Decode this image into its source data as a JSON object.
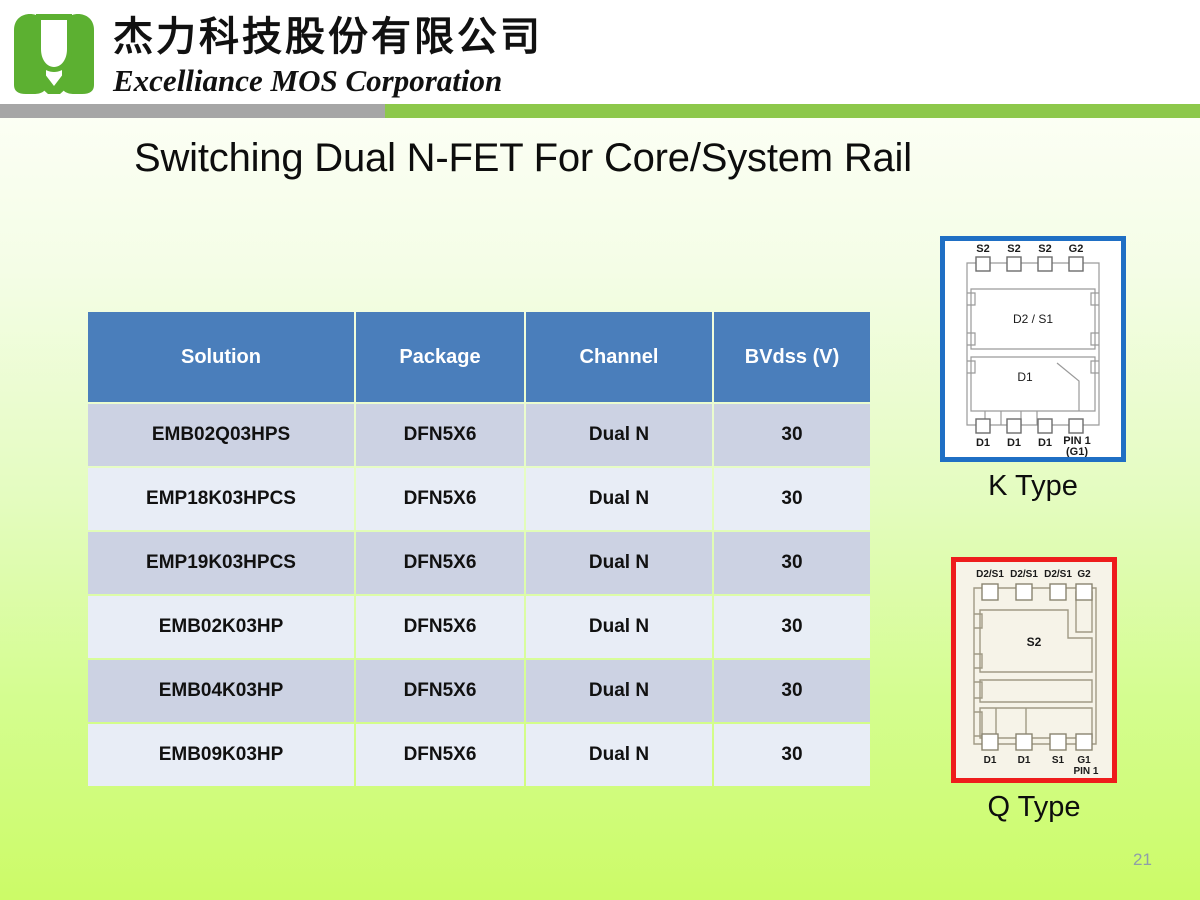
{
  "header": {
    "logo_icon": "excelliance-m-logo-icon",
    "company_name_cn": "杰力科技股份有限公司",
    "company_name_en": "Excelliance MOS Corporation",
    "divider_gray_color": "#a6a6a6",
    "divider_green_color": "#8dc84b"
  },
  "slide": {
    "title": "Switching Dual N-FET For Core/System Rail",
    "page_number": "21",
    "accent_color": "#4a7ebb"
  },
  "table": {
    "columns": [
      "Solution",
      "Package",
      "Channel",
      "BVdss (V)"
    ],
    "rows": [
      {
        "solution": "EMB02Q03HPS",
        "package": "DFN5X6",
        "channel": "Dual N",
        "bvdss": "30"
      },
      {
        "solution": "EMP18K03HPCS",
        "package": "DFN5X6",
        "channel": "Dual N",
        "bvdss": "30"
      },
      {
        "solution": "EMP19K03HPCS",
        "package": "DFN5X6",
        "channel": "Dual N",
        "bvdss": "30"
      },
      {
        "solution": "EMB02K03HP",
        "package": "DFN5X6",
        "channel": "Dual N",
        "bvdss": "30"
      },
      {
        "solution": "EMB04K03HP",
        "package": "DFN5X6",
        "channel": "Dual N",
        "bvdss": "30"
      },
      {
        "solution": "EMB09K03HP",
        "package": "DFN5X6",
        "channel": "Dual N",
        "bvdss": "30"
      }
    ]
  },
  "packages": [
    {
      "id": "k-type",
      "caption": "K Type",
      "border_color": "#1f6fc4",
      "top_pins": [
        "S2",
        "S2",
        "S2",
        "G2"
      ],
      "bottom_pins": [
        "D1",
        "D1",
        "D1",
        "PIN 1"
      ],
      "bottom_pin_sub": "(G1)",
      "pad_labels": [
        "D2 / S1",
        "D1"
      ]
    },
    {
      "id": "q-type",
      "caption": "Q Type",
      "border_color": "#ee1c1c",
      "top_pins": [
        "D2/S1",
        "D2/S1",
        "D2/S1",
        "G2"
      ],
      "bottom_pins": [
        "D1",
        "D1",
        "S1",
        "G1"
      ],
      "bottom_pin_sub": "PIN 1",
      "pad_labels": [
        "S2"
      ]
    }
  ]
}
